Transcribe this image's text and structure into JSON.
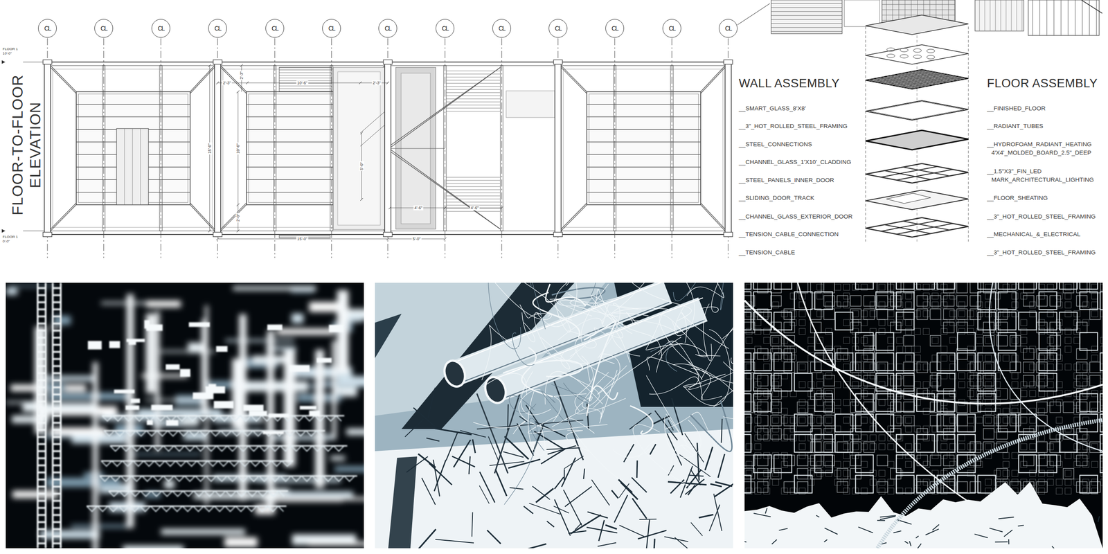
{
  "diagram": {
    "nodes": [
      {
        "text": [
          "CL"
        ]
      },
      {
        "text": [
          "CL"
        ]
      },
      {
        "text": [
          "CL"
        ]
      },
      {
        "text": [
          "CL"
        ]
      },
      {
        "text": [
          "CL"
        ]
      },
      {
        "text": [
          "CL"
        ]
      },
      {
        "text": [
          "CL"
        ]
      },
      {
        "text": [
          "CL"
        ]
      },
      {
        "text": [
          "CL"
        ]
      },
      {
        "text": [
          "CL"
        ]
      },
      {
        "text": [
          "CL"
        ]
      },
      {
        "text": [
          "CL"
        ]
      },
      {
        "text": [
          "CL"
        ]
      }
    ],
    "labels": [
      "FLOOR-TO-FLOOR ELEVATION",
      "FLOOR 1 10'-0\"",
      "FLOOR 1 0'-0\"",
      "2'-3\"",
      "10'-6\"",
      "2'-3\"",
      "2'-3\"",
      "15'-0\"",
      "10'-0\"",
      "5'-0\"",
      "2'-0\"",
      "4'-6\"",
      "4'-6\"",
      "15'-0\"",
      "5'-0\"",
      "WALL ASSEMBLY",
      "__SMART_GLASS_8'X8'",
      "__3\"_HOT_ROLLED_STEEL_FRAMING",
      "__STEEL_CONNECTIONS",
      "__CHANNEL_GLASS_1'X10'_CLADDING",
      "__STEEL_PANELS_INNER_DOOR",
      "__SLIDING_DOOR_TRACK",
      "__CHANNEL_GLASS_EXTERIOR_DOOR",
      "__TENSION_CABLE_CONNECTION",
      "__TENSION_CABLE",
      "FLOOR ASSEMBLY",
      "__FINISHED_FLOOR",
      "__RADIANT_TUBES",
      "__HYDROFOAM_RADIANT_HEATING 4'X4'_MOLDED_BOARD_2.5\"_DEEP",
      "__1.5\"X3\"_FIN_LED MARK_ARCHITECTURAL_LIGHTING",
      "__FLOOR_SHEATING",
      "__3\"_HOT_ROLLED_STEEL_FRAMING",
      "__MECHANICAL_&_ELECTRICAL",
      "__3\"_HOT_ROLLED_STEEL_FRAMING"
    ]
  }
}
